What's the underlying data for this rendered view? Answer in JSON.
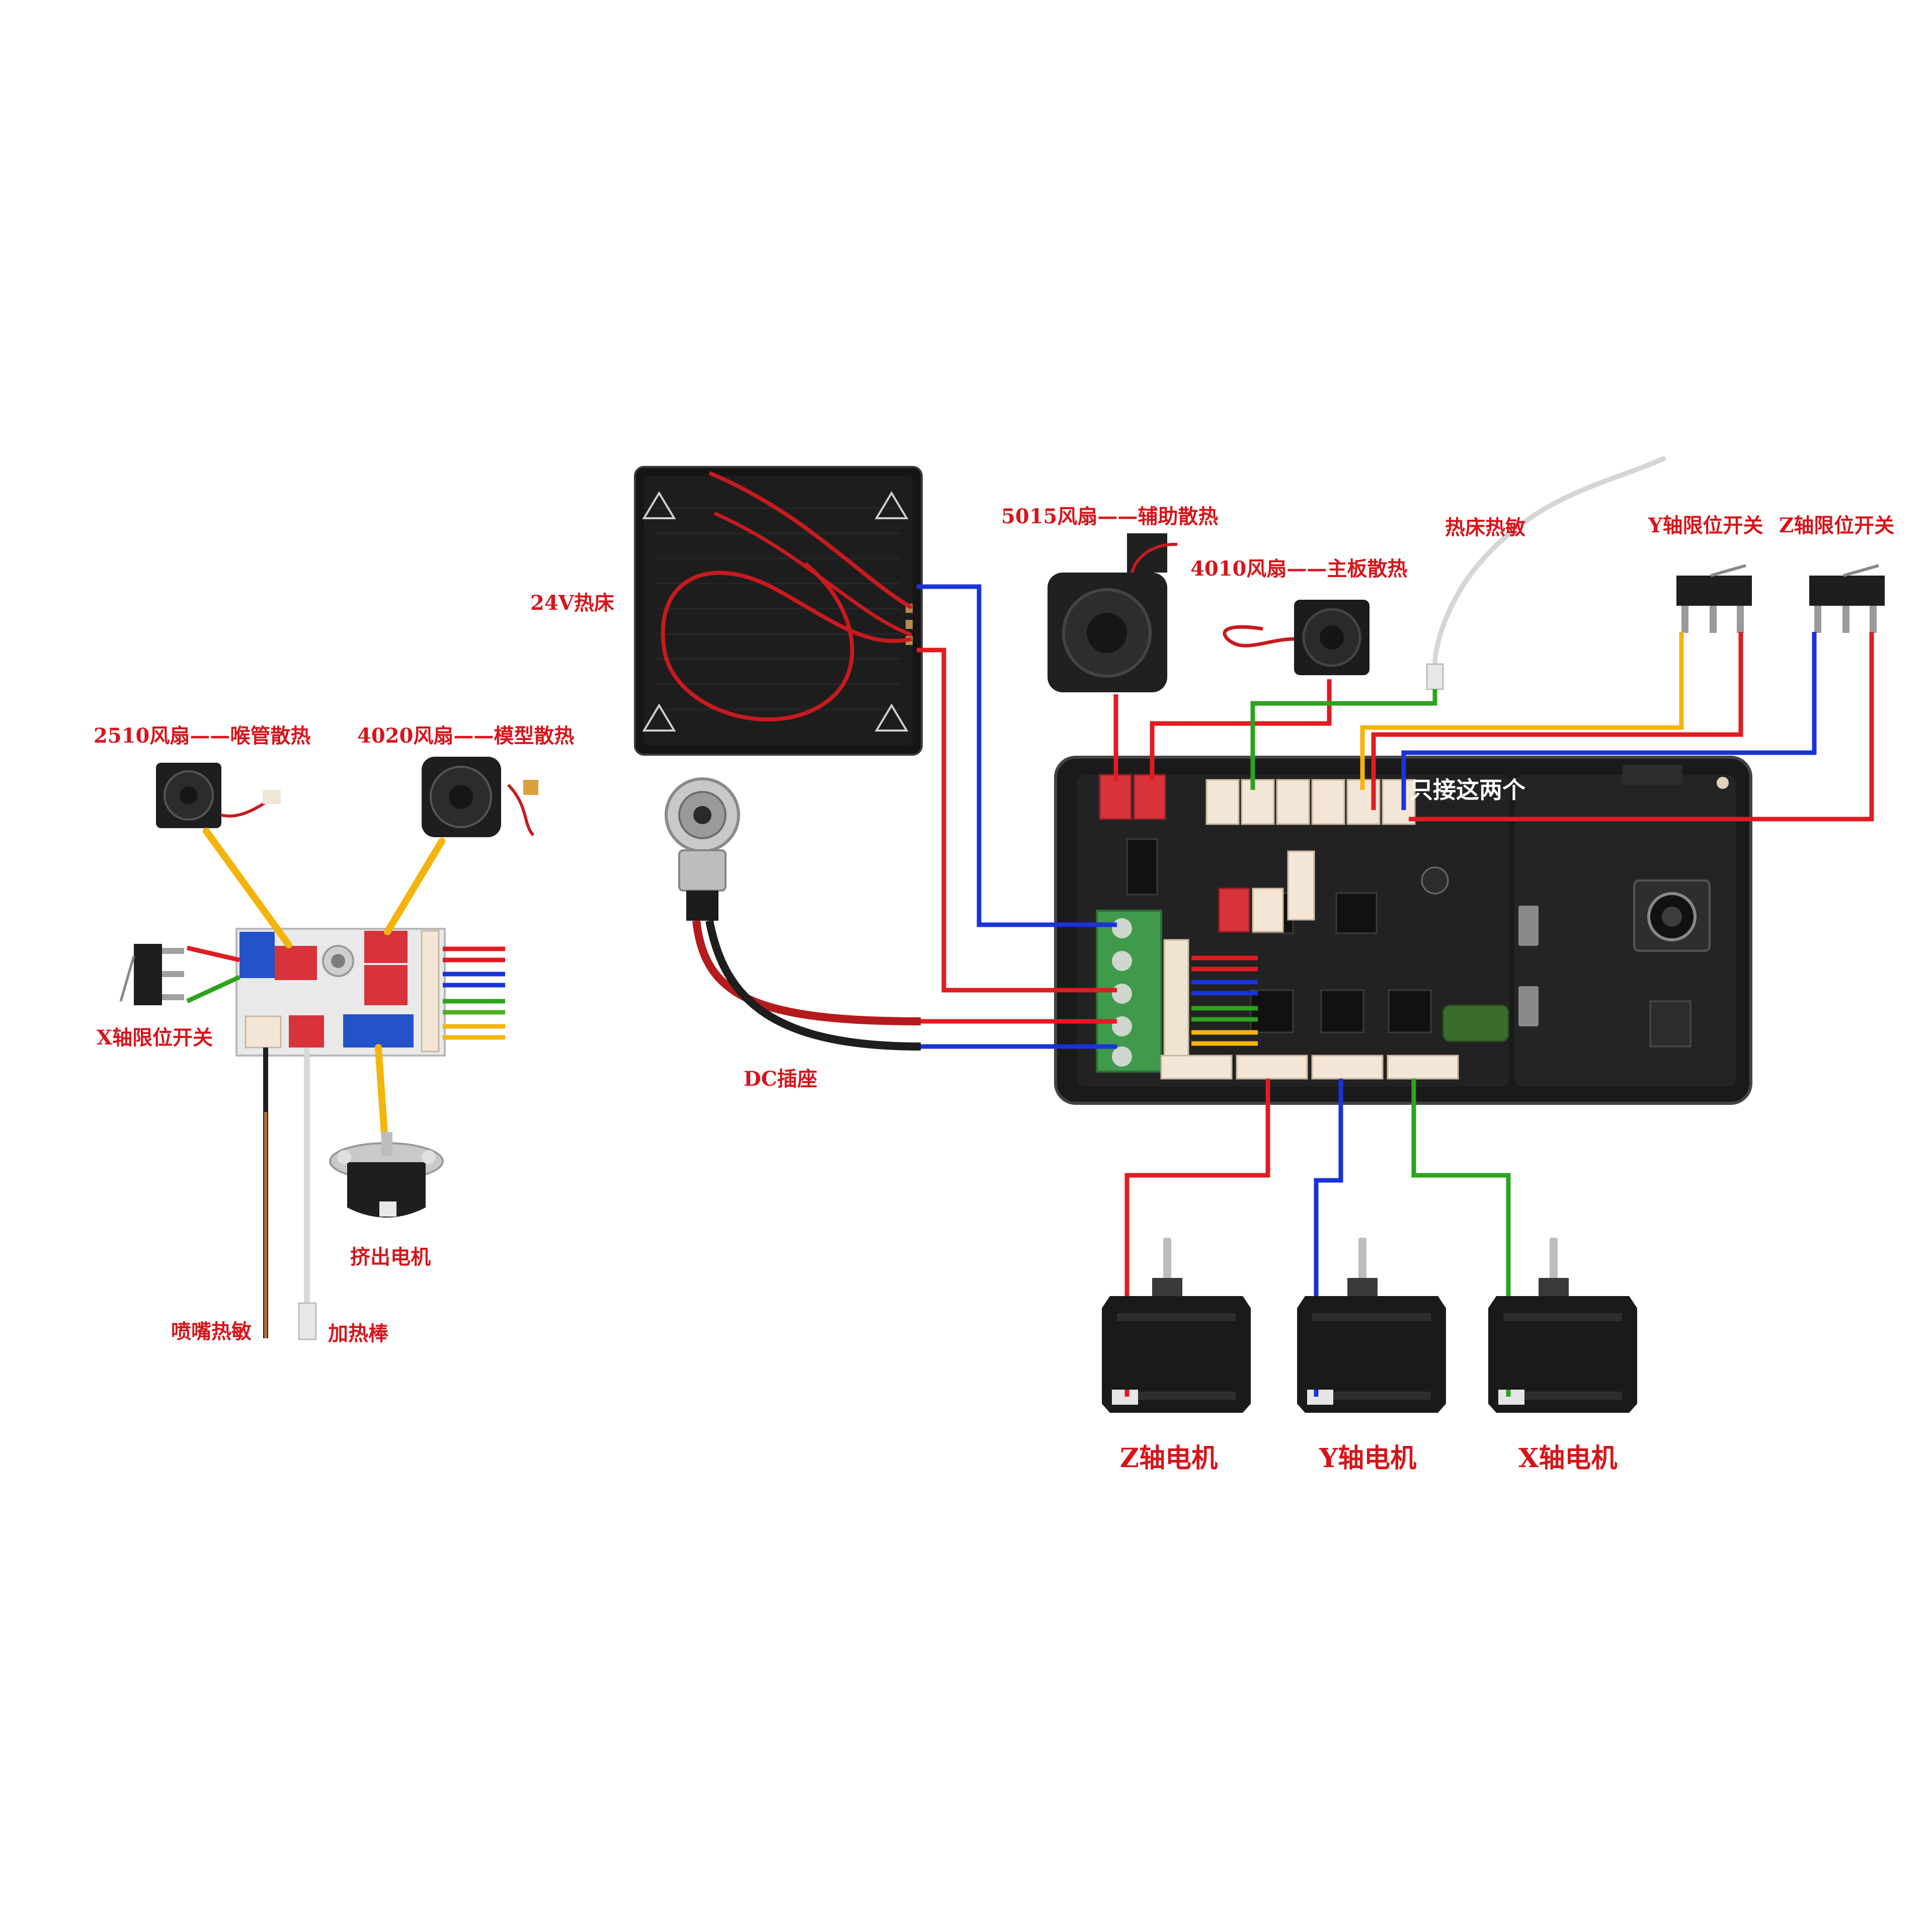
{
  "labels": {
    "hotbed": "24V热床",
    "fan5015": "5015风扇——辅助散热",
    "fan4010": "4010风扇——主板散热",
    "bed_thermistor": "热床热敏",
    "y_limit": "Y轴限位开关",
    "z_limit": "Z轴限位开关",
    "fan2510": "2510风扇——喉管散热",
    "fan4020": "4020风扇——模型散热",
    "x_limit": "X轴限位开关",
    "only_these_two": "只接这两个",
    "dc_jack": "DC插座",
    "extruder_motor": "挤出电机",
    "nozzle_thermistor": "喷嘴热敏",
    "heater_rod": "加热棒",
    "z_motor": "Z轴电机",
    "y_motor": "Y轴电机",
    "x_motor": "X轴电机"
  },
  "colors": {
    "label": "#d7141a",
    "wire_red": "#e01b22",
    "wire_blue": "#1a33d8",
    "wire_green": "#2ea31f",
    "wire_yellow": "#f4b40c",
    "board": "#1c1c1c",
    "terminal_green": "#3f9a4c",
    "connector_red": "#d8323a",
    "connector_white": "#f3e6d6",
    "connector_blue": "#2452c9"
  }
}
